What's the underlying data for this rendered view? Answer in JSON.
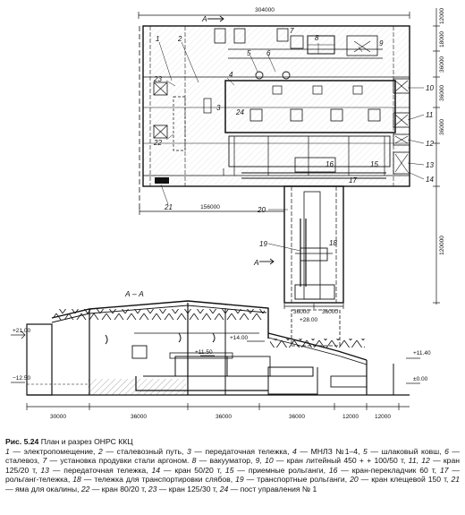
{
  "plan": {
    "dim_top": "304000",
    "dim_bottom": "156000",
    "dim_right": [
      "12000",
      "18000",
      "36000",
      "36000",
      "36000",
      "120000"
    ],
    "dim_bottom_branch": [
      "36000",
      "36000"
    ],
    "section_marker": "А",
    "callouts": [
      "1",
      "2",
      "3",
      "4",
      "5",
      "6",
      "7",
      "8",
      "9",
      "10",
      "11",
      "12",
      "13",
      "14",
      "15",
      "16",
      "17",
      "18",
      "19",
      "20",
      "21",
      "22",
      "23",
      "24"
    ]
  },
  "section": {
    "title": "А – А",
    "levels": [
      "+21.00",
      "−12.50",
      "+14.00",
      "+11.50",
      "+28.00",
      "+11.40",
      "±0.00"
    ],
    "dims_bottom": [
      "30000",
      "36000",
      "36000",
      "36000",
      "12000",
      "12000"
    ]
  },
  "caption": {
    "title": "Рис. 5.24",
    "subtitle": "План и разрез ОНРС ККЦ",
    "items": [
      {
        "n": "1",
        "t": "электропомещение,"
      },
      {
        "n": "2",
        "t": "сталевозный путь,"
      },
      {
        "n": "3",
        "t": "передаточная тележка,"
      },
      {
        "n": "4",
        "t": "МНЛЗ №1–4,"
      },
      {
        "n": "5",
        "t": "шлаковый ковш,"
      },
      {
        "n": "6",
        "t": "сталевоз,"
      },
      {
        "n": "7",
        "t": "установка продувки стали аргоном."
      },
      {
        "n": "8",
        "t": "вакууматор,"
      },
      {
        "n": "9, 10",
        "t": "кран литейный 450 + + 100/50 т,"
      },
      {
        "n": "11, 12",
        "t": "кран 125/20 т,"
      },
      {
        "n": "13",
        "t": "передаточная тележка,"
      },
      {
        "n": "14",
        "t": "кран 50/20 т,"
      },
      {
        "n": "15",
        "t": "приемные рольганги,"
      },
      {
        "n": "16",
        "t": "кран-перекладчик 60 т,"
      },
      {
        "n": "17",
        "t": "рольганг-тележка,"
      },
      {
        "n": "18",
        "t": "тележка для транспортировки слябов,"
      },
      {
        "n": "19",
        "t": "транспортные рольганги,"
      },
      {
        "n": "20",
        "t": "кран клещевой 150 т,"
      },
      {
        "n": "21",
        "t": "яма для окалины,"
      },
      {
        "n": "22",
        "t": "кран 80/20 т,"
      },
      {
        "n": "23",
        "t": "кран 125/30 т,"
      },
      {
        "n": "24",
        "t": "пост управления № 1"
      }
    ]
  }
}
